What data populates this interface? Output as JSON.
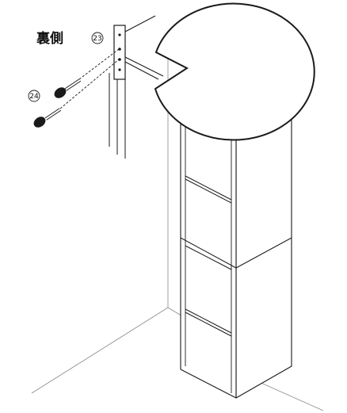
{
  "callout": {
    "back_side_label": "裏側",
    "bracket_number": "23",
    "screw_number": "24"
  },
  "main": {
    "screw_number": "24"
  },
  "colors": {
    "line": "#1a1a1a",
    "light_line": "#8a8a8a",
    "background": "#ffffff"
  }
}
